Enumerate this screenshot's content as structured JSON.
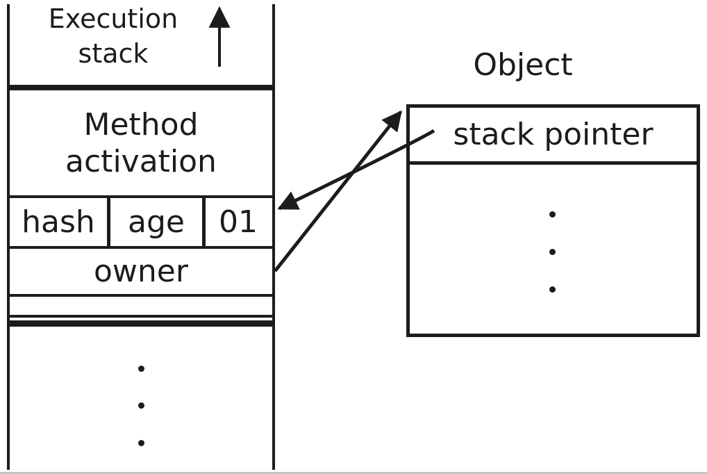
{
  "colors": {
    "background": "#ffffff",
    "ink": "#1c1c1c"
  },
  "execution_stack": {
    "title_lines": [
      "Execution",
      "stack"
    ],
    "method_activation_lines": [
      "Method",
      "activation"
    ],
    "lock_record_cells": [
      "hash",
      "age",
      "01"
    ],
    "owner_label": "owner"
  },
  "object": {
    "title": "Object",
    "stack_pointer_label": "stack pointer"
  },
  "icons": {
    "stack_growth": "arrow-up-icon",
    "object_to_stack": "arrow-down-left-icon",
    "owner_to_object": "arrow-up-right-icon",
    "stack_ellipsis": "vertical-ellipsis-icon",
    "object_ellipsis": "vertical-ellipsis-icon"
  }
}
